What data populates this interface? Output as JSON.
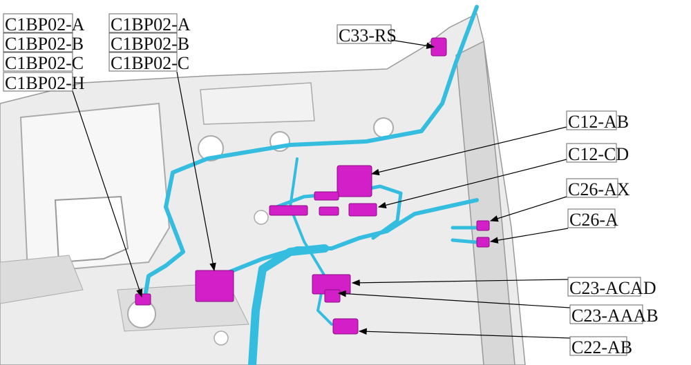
{
  "title": "Connector locator diagram",
  "colors": {
    "harness": "#35bde0",
    "connector": "#d21fc8",
    "panel": "#e6e6e6",
    "panel_dark": "#bdbdbd"
  },
  "labels": {
    "c1bp02_a_1": "C1BP02-A",
    "c1bp02_b_1": "C1BP02-B",
    "c1bp02_c_1": "C1BP02-C",
    "c1bp02_h": "C1BP02-H",
    "c1bp02_a_2": "C1BP02-A",
    "c1bp02_b_2": "C1BP02-B",
    "c1bp02_c_2": "C1BP02-C",
    "c33_rs": "C33-RS",
    "c12_ab": "C12-AB",
    "c12_cd": "C12-CD",
    "c26_ax": "C26-AX",
    "c26_a": "C26-A",
    "c23_acad": "C23-ACAD",
    "c23_aaab": "C23-AAAB",
    "c22_ab": "C22-AB"
  }
}
